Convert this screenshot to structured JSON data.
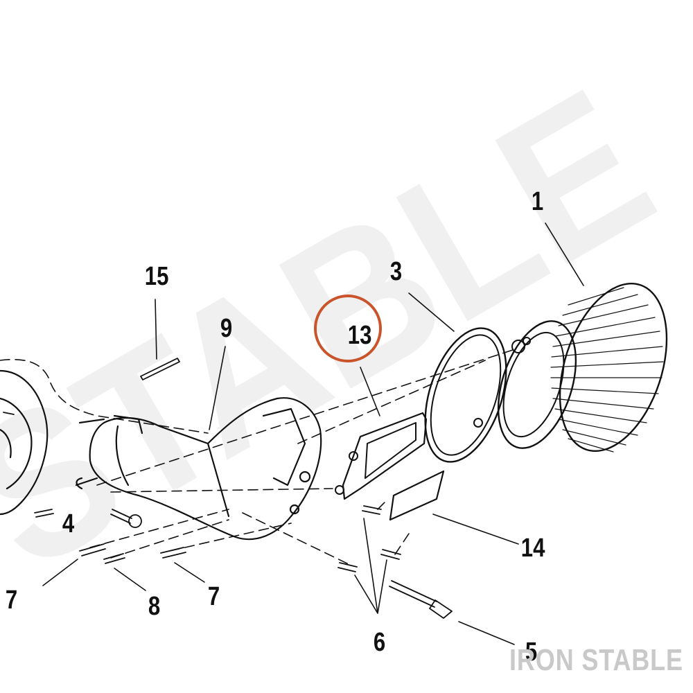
{
  "diagram": {
    "callouts": [
      {
        "id": "1",
        "label": "1"
      },
      {
        "id": "3",
        "label": "3"
      },
      {
        "id": "4",
        "label": "4"
      },
      {
        "id": "5",
        "label": "5"
      },
      {
        "id": "6",
        "label": "6"
      },
      {
        "id": "7a",
        "label": "7"
      },
      {
        "id": "7b",
        "label": "7"
      },
      {
        "id": "8",
        "label": "8"
      },
      {
        "id": "9",
        "label": "9"
      },
      {
        "id": "13",
        "label": "13"
      },
      {
        "id": "14",
        "label": "14"
      },
      {
        "id": "15",
        "label": "15"
      }
    ],
    "highlighted_callout": "13",
    "highlight_color": "#c9542b",
    "line_color": "#111111"
  },
  "watermark": {
    "text": "STABLE",
    "brand_text": "IRON STABLE",
    "color": "#f0f0f0",
    "brand_color": "#c9c9c9"
  }
}
